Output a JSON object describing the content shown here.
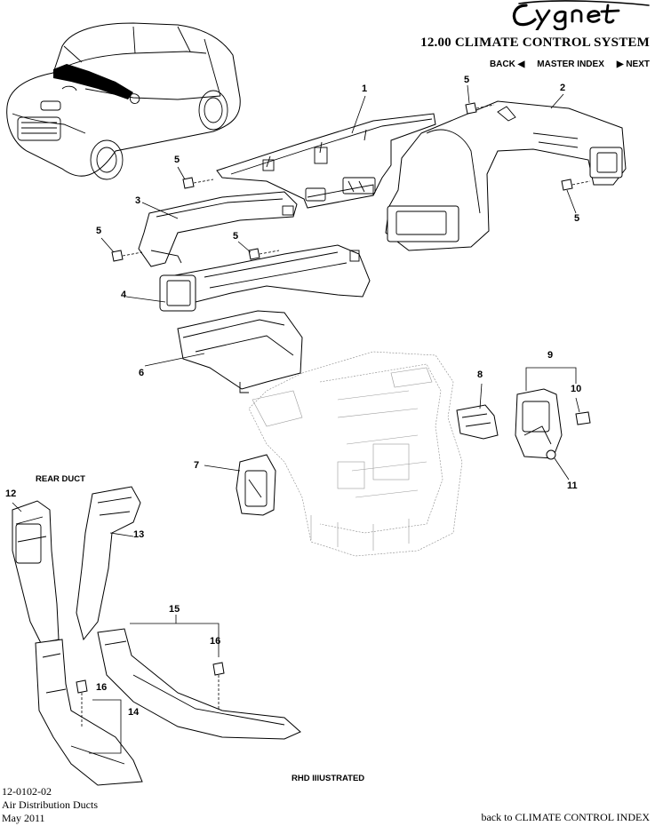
{
  "header": {
    "logo_text": "Cygnet",
    "section_title": "12.00 CLIMATE CONTROL SYSTEM",
    "nav": {
      "back": "BACK ◀",
      "master_index": "MASTER INDEX",
      "next": "▶ NEXT"
    }
  },
  "diagram": {
    "callouts": {
      "c1": "1",
      "c2": "2",
      "c3": "3",
      "c4": "4",
      "c5a": "5",
      "c5b": "5",
      "c5c": "5",
      "c5d": "5",
      "c5e": "5",
      "c6": "6",
      "c7": "7",
      "c8": "8",
      "c9": "9",
      "c10": "10",
      "c11": "11",
      "c12": "12",
      "c13": "13",
      "c14": "14",
      "c15": "15",
      "c16a": "16",
      "c16b": "16"
    },
    "rear_duct_caption": "REAR DUCT",
    "rhd_caption": "RHD IIlUSTRATED"
  },
  "footer": {
    "page_code": "12-0102-02",
    "page_name": "Air Distribution Ducts",
    "date": "May 2011",
    "back_link": "back to CLIMATE CONTROL INDEX"
  },
  "colors": {
    "line": "#000000",
    "ghost": "#8a8a8a",
    "background": "#ffffff"
  }
}
